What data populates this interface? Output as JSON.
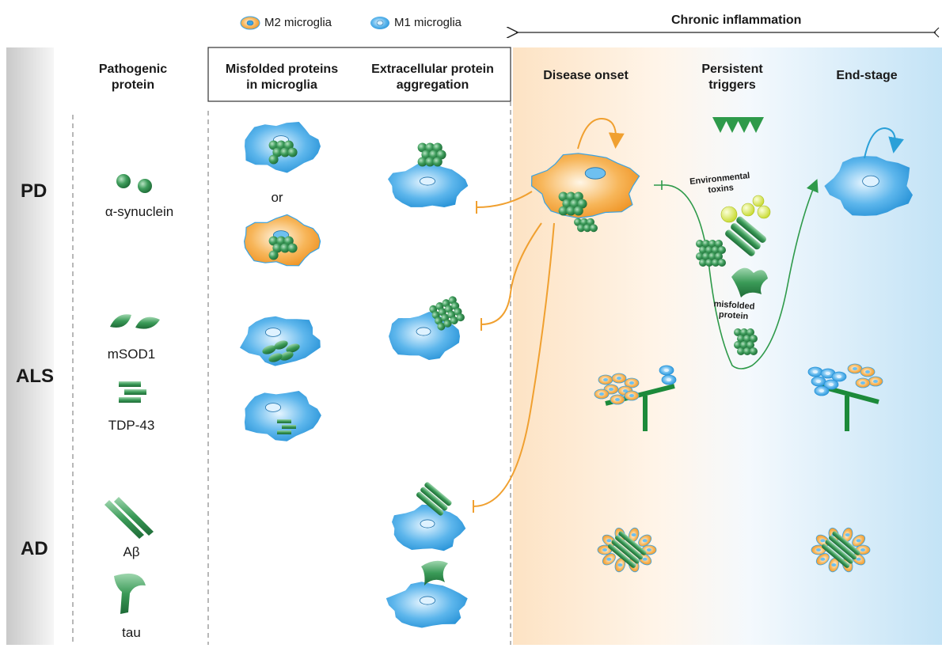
{
  "legend": {
    "m2_label": "M2 microglia",
    "m1_label": "M1 microglia",
    "timeline_label": "Chronic inflammation"
  },
  "columns": {
    "pathogenic": "Pathogenic\nprotein",
    "misfolded": "Misfolded proteins\nin microglia",
    "extracellular": "Extracellular protein\naggregation",
    "onset": "Disease onset",
    "triggers": "Persistent\ntriggers",
    "endstage": "End-stage"
  },
  "diseases": [
    "PD",
    "ALS",
    "AD"
  ],
  "proteins": {
    "synuclein": "α-synuclein",
    "msod1": "mSOD1",
    "tdp43": "TDP-43",
    "abeta": "Aβ",
    "tau": "tau"
  },
  "or_text": "or",
  "triggers": {
    "toxins": "Environmental\ntoxins",
    "misfolded": "misfolded\nprotein"
  },
  "colors": {
    "m1_fill": "#3aa3e3",
    "m2_fill": "#f3a033",
    "protein_green": "#2e8b4a",
    "inhibit_orange": "#f0a030",
    "trigger_green": "#2e9a4a"
  }
}
